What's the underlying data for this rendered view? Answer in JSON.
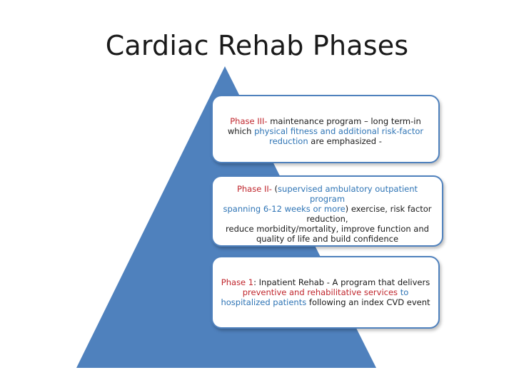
{
  "title": "Cardiac Rehab Phases",
  "colors": {
    "pyramid": "#4f81bd",
    "accent_red": "#c0262d",
    "accent_blue": "#2e74b5",
    "box_border": "#4f81bd"
  },
  "phase3": {
    "label": "Phase III-",
    "text_a": " maintenance  program – long term-in",
    "text_b": "which ",
    "hl1": "physical fitness and additional risk-factor",
    "hl2": "reduction",
    "text_c": " are emphasized  -"
  },
  "phase2": {
    "label": "Phase II-",
    "text_a": "  (",
    "hl1": "supervised ambulatory outpatient program",
    "hl2": "spanning 6-12 weeks or more",
    "text_b": ") exercise, risk factor",
    "text_c": "reduction,",
    "text_d": "reduce morbidity/mortality, improve function and",
    "text_e": "quality of life and build confidence"
  },
  "phase1": {
    "label": "Phase 1",
    "text_a": ": Inpatient Rehab - A program that delivers",
    "hl1": "preventive and rehabilitative services",
    "hl2": " to",
    "hl3": "hospitalized patients",
    "text_b": " following an index CVD event"
  }
}
